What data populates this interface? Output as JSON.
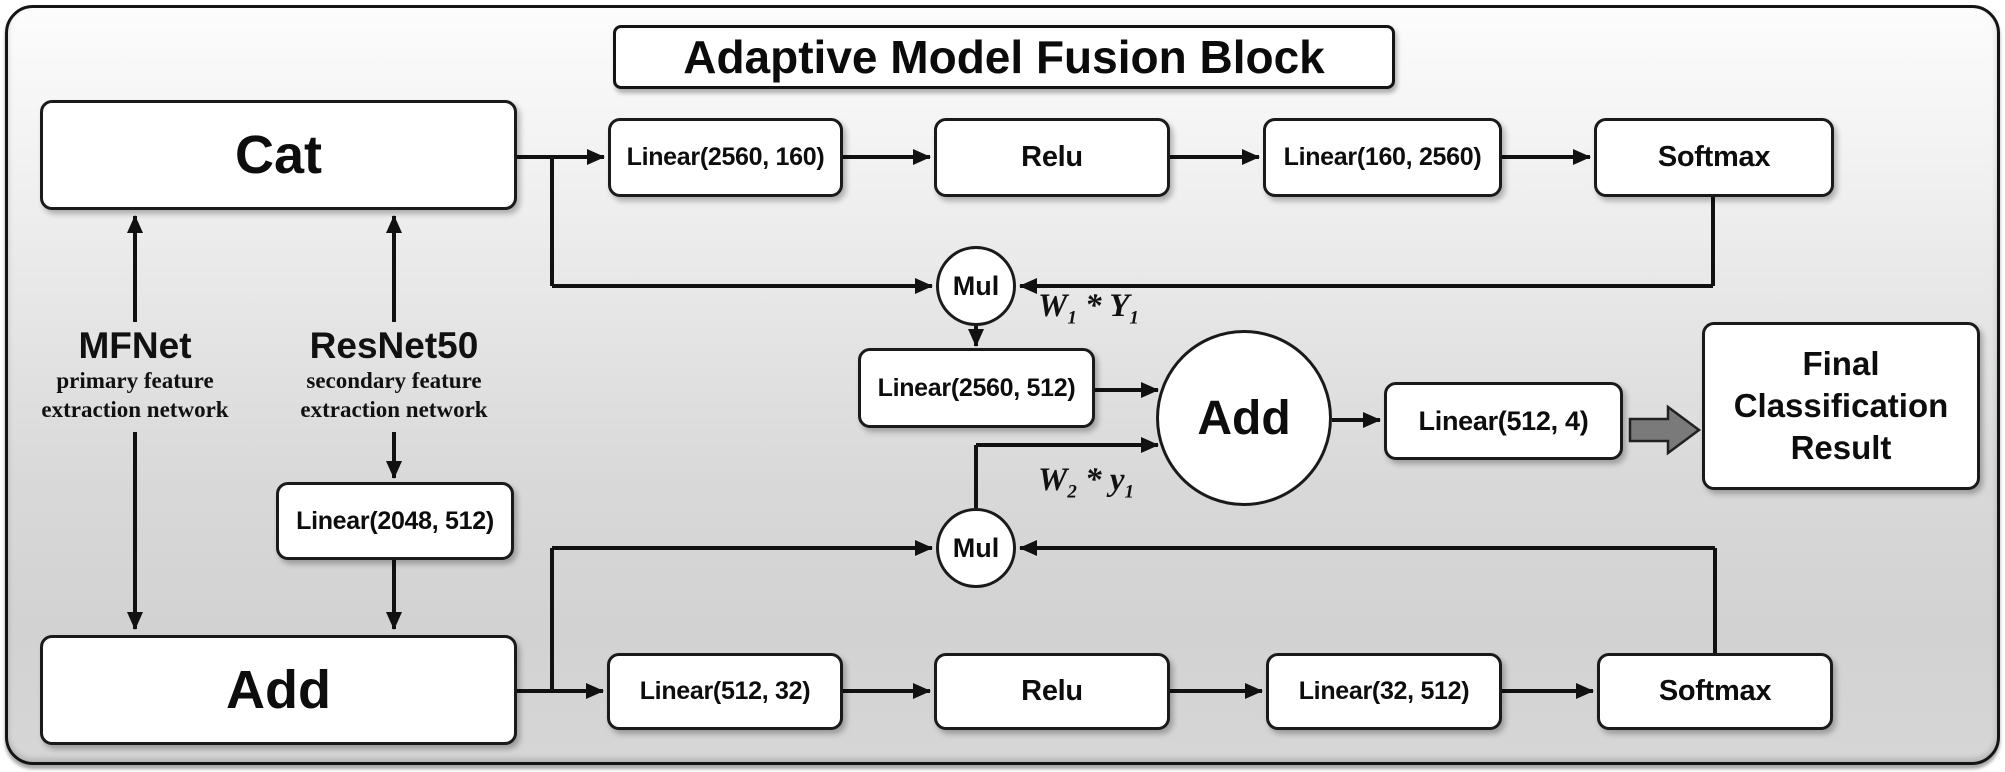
{
  "title": "Adaptive Model Fusion Block",
  "inputs": {
    "primary": {
      "name": "MFNet",
      "desc1": "primary feature",
      "desc2": "extraction network"
    },
    "secondary": {
      "name": "ResNet50",
      "desc1": "secondary feature",
      "desc2": "extraction network",
      "projection": "Linear(2048, 512)"
    }
  },
  "fusion_sources": {
    "cat": "Cat",
    "add": "Add"
  },
  "attention_top": {
    "layers": [
      "Linear(2560, 160)",
      "Relu",
      "Linear(160, 2560)",
      "Softmax"
    ],
    "mul": "Mul",
    "weight_label": {
      "w": "W",
      "w_sub": "1",
      "op": " * ",
      "y": "Y",
      "y_sub": "1"
    }
  },
  "attention_bottom": {
    "layers": [
      "Linear(512, 32)",
      "Relu",
      "Linear(32, 512)",
      "Softmax"
    ],
    "mul": "Mul",
    "weight_label": {
      "w": "W",
      "w_sub": "2",
      "op": " * ",
      "y": "y",
      "y_sub": "1"
    }
  },
  "fusion_head": {
    "mid_linear": "Linear(2560, 512)",
    "add_circle": "Add",
    "out_linear": "Linear(512, 4)"
  },
  "output": {
    "line1": "Final",
    "line2": "Classification",
    "line3": "Result"
  },
  "colors": {
    "line": "#111111",
    "node_fill": "#ffffff",
    "node_border": "#1a1a1a",
    "block_arrow": "#7a7a7a",
    "bg_top": "#fcfcfc",
    "bg_bottom": "#d2d2d2"
  }
}
